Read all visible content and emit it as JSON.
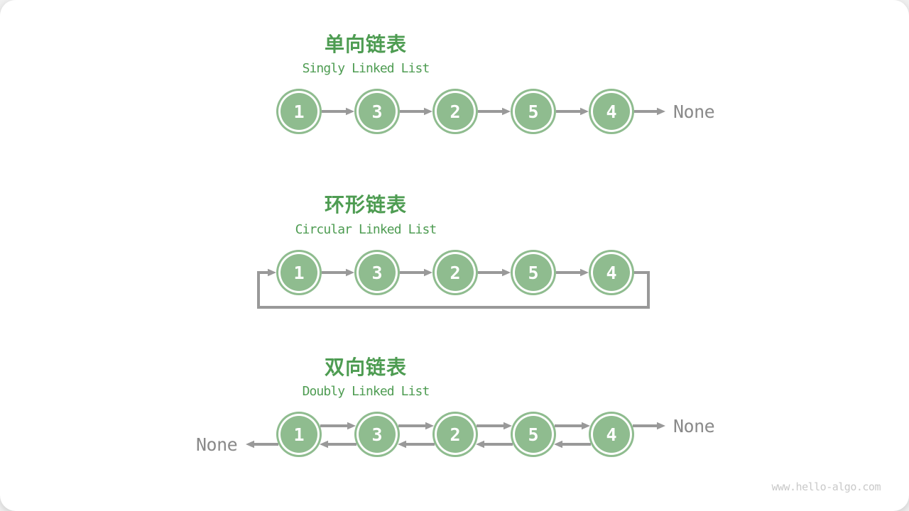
{
  "colors": {
    "node_green": "#8FBC8F",
    "title_green": "#4E9C52",
    "arrow_gray": "#999999",
    "none_gray": "#8A8A8A",
    "watermark_gray": "#C9C9C9",
    "card_bg": "#FFFFFF"
  },
  "sections": [
    {
      "id": "singly",
      "title_zh": "单向链表",
      "title_en": "Singly Linked List",
      "nodes": [
        "1",
        "3",
        "2",
        "5",
        "4"
      ],
      "tail_label": "None"
    },
    {
      "id": "circular",
      "title_zh": "环形链表",
      "title_en": "Circular Linked List",
      "nodes": [
        "1",
        "3",
        "2",
        "5",
        "4"
      ]
    },
    {
      "id": "doubly",
      "title_zh": "双向链表",
      "title_en": "Doubly Linked List",
      "nodes": [
        "1",
        "3",
        "2",
        "5",
        "4"
      ],
      "head_label": "None",
      "tail_label": "None"
    }
  ],
  "watermark": "www.hello-algo.com"
}
